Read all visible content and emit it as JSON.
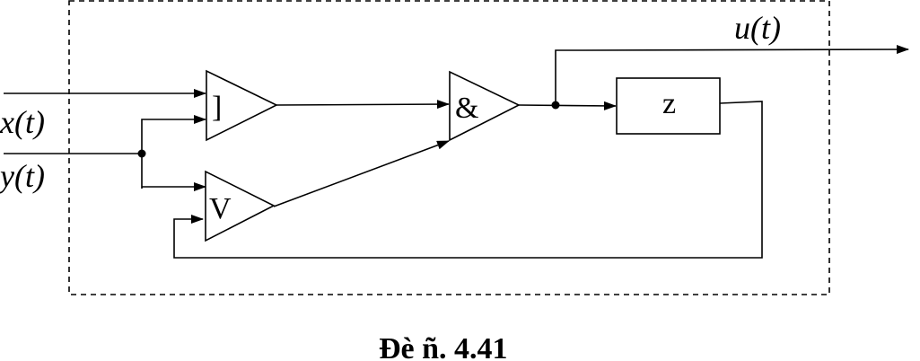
{
  "signals": {
    "input_x": "x(t)",
    "input_y": "y(t)",
    "output_u": "u(t)"
  },
  "blocks": {
    "not_gate": "]",
    "or_gate": "V",
    "and_gate": "&",
    "delay": "z"
  },
  "caption": "Ðè ñ. 4.41"
}
